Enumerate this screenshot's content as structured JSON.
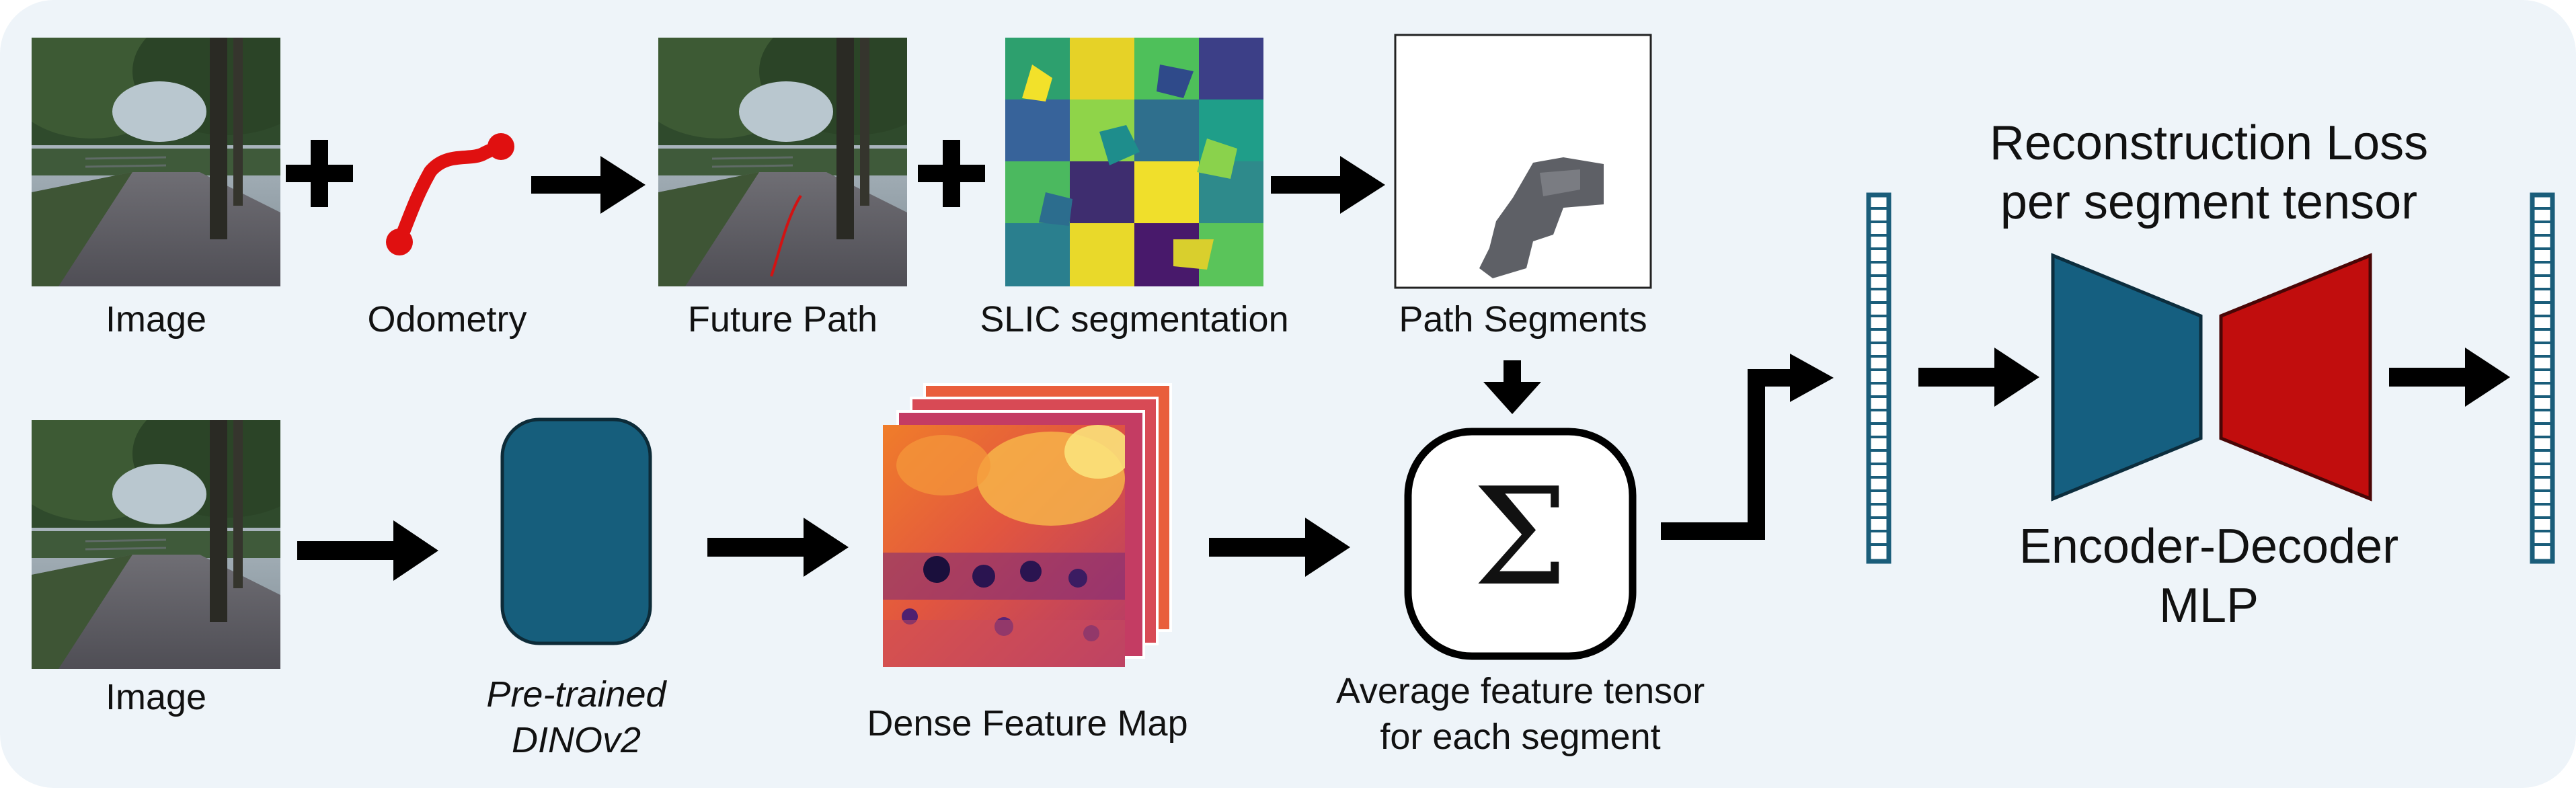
{
  "labels": {
    "image_top": "Image",
    "odometry": "Odometry",
    "future_path": "Future Path",
    "slic": "SLIC segmentation",
    "path_segments": "Path Segments",
    "image_bottom": "Image",
    "dino_line1": "Pre-trained",
    "dino_line2": "DINOv2",
    "dense_feature_map": "Dense Feature Map",
    "avg_line1": "Average feature tensor",
    "avg_line2": "for each segment",
    "recon_line1": "Reconstruction Loss",
    "recon_line2": "per segment tensor",
    "encdec_line1": "Encoder-Decoder",
    "encdec_line2": "MLP",
    "sum_symbol": "Σ"
  },
  "colors": {
    "panel": "#eef4f9",
    "odometry_path": "#e01010",
    "dino_block": "#165e7c",
    "encoder": "#155f80",
    "decoder": "#c10d0d",
    "tensor_stripe": "#1a5d7a",
    "arrow": "#000000"
  },
  "icons": [
    "plus-icon",
    "arrow-right-icon",
    "arrow-down-icon",
    "summation-icon",
    "tensor-vector-icon"
  ]
}
